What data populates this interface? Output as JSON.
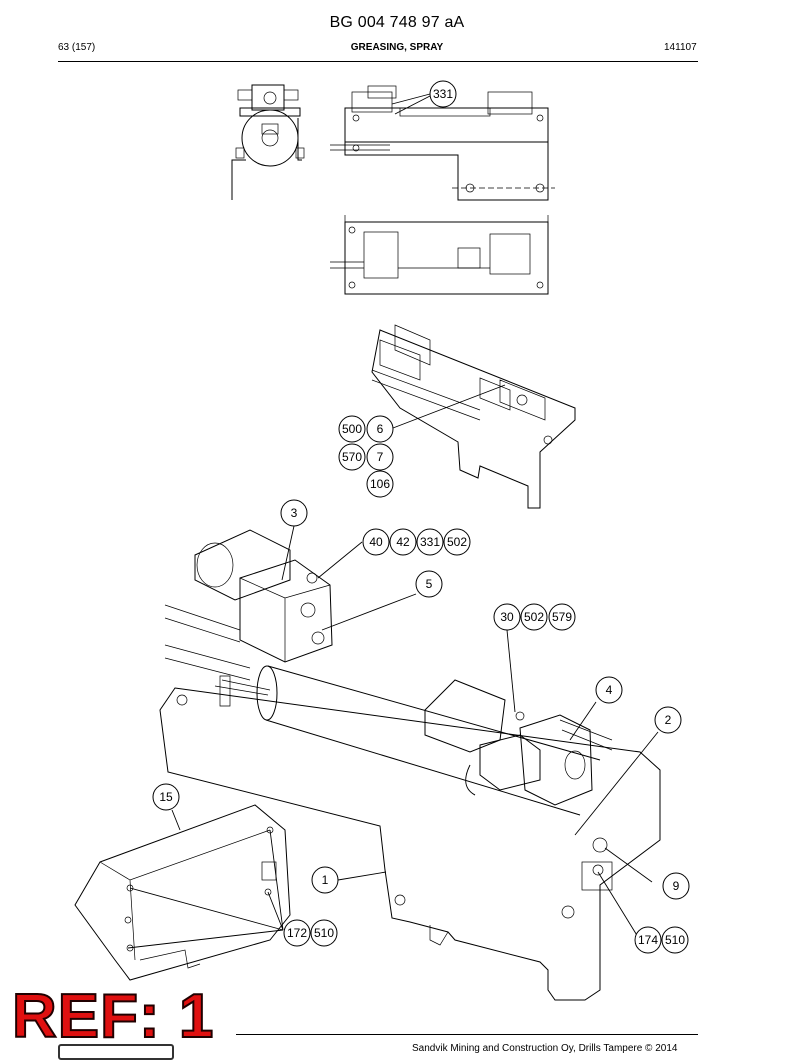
{
  "header": {
    "doc_id": "BG 004 748 97 aA",
    "page": "63 (157)",
    "section_title": "GREASING, SPRAY",
    "date_code": "141107"
  },
  "callouts": {
    "c331a": "331",
    "c500": "500",
    "c6": "6",
    "c570": "570",
    "c7": "7",
    "c106": "106",
    "c3": "3",
    "c40": "40",
    "c42": "42",
    "c331b": "331",
    "c502a": "502",
    "c5": "5",
    "c30": "30",
    "c502b": "502",
    "c579": "579",
    "c4": "4",
    "c2": "2",
    "c15": "15",
    "c1": "1",
    "c9": "9",
    "c172": "172",
    "c510a": "510",
    "c174": "174",
    "c510b": "510"
  },
  "stamp": {
    "text": "REF: 1"
  },
  "footer": {
    "copyright": "Sandvik Mining and Construction Oy, Drills Tampere © 2014"
  }
}
